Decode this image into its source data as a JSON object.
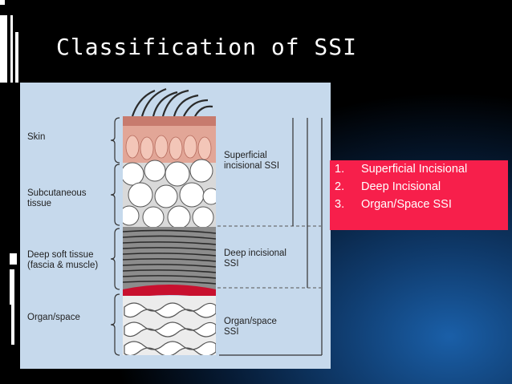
{
  "slide": {
    "title": "Classification of SSI",
    "background_colors": {
      "dark": "#000000",
      "mid": "#0f3a6b",
      "light": "#1a5fa8"
    },
    "accent": "#f71f4b"
  },
  "figure": {
    "background": "#c6d9ec",
    "layer_labels": {
      "skin": "Skin",
      "subcutaneous_1": "Subcutaneous",
      "subcutaneous_2": "tissue",
      "deep_1": "Deep soft tissue",
      "deep_2": "(fascia & muscle)",
      "organ": "Organ/space"
    },
    "ssi_labels": {
      "superficial_1": "Superficial",
      "superficial_2": "incisional SSI",
      "deep_1": "Deep incisional",
      "deep_2": "SSI",
      "organ_1": "Organ/space",
      "organ_2": "SSI"
    }
  },
  "classification_list": [
    {
      "num": "1.",
      "text": "Superficial Incisional"
    },
    {
      "num": "2.",
      "text": "Deep Incisional"
    },
    {
      "num": "3.",
      "text": "Organ/Space SSI"
    }
  ]
}
